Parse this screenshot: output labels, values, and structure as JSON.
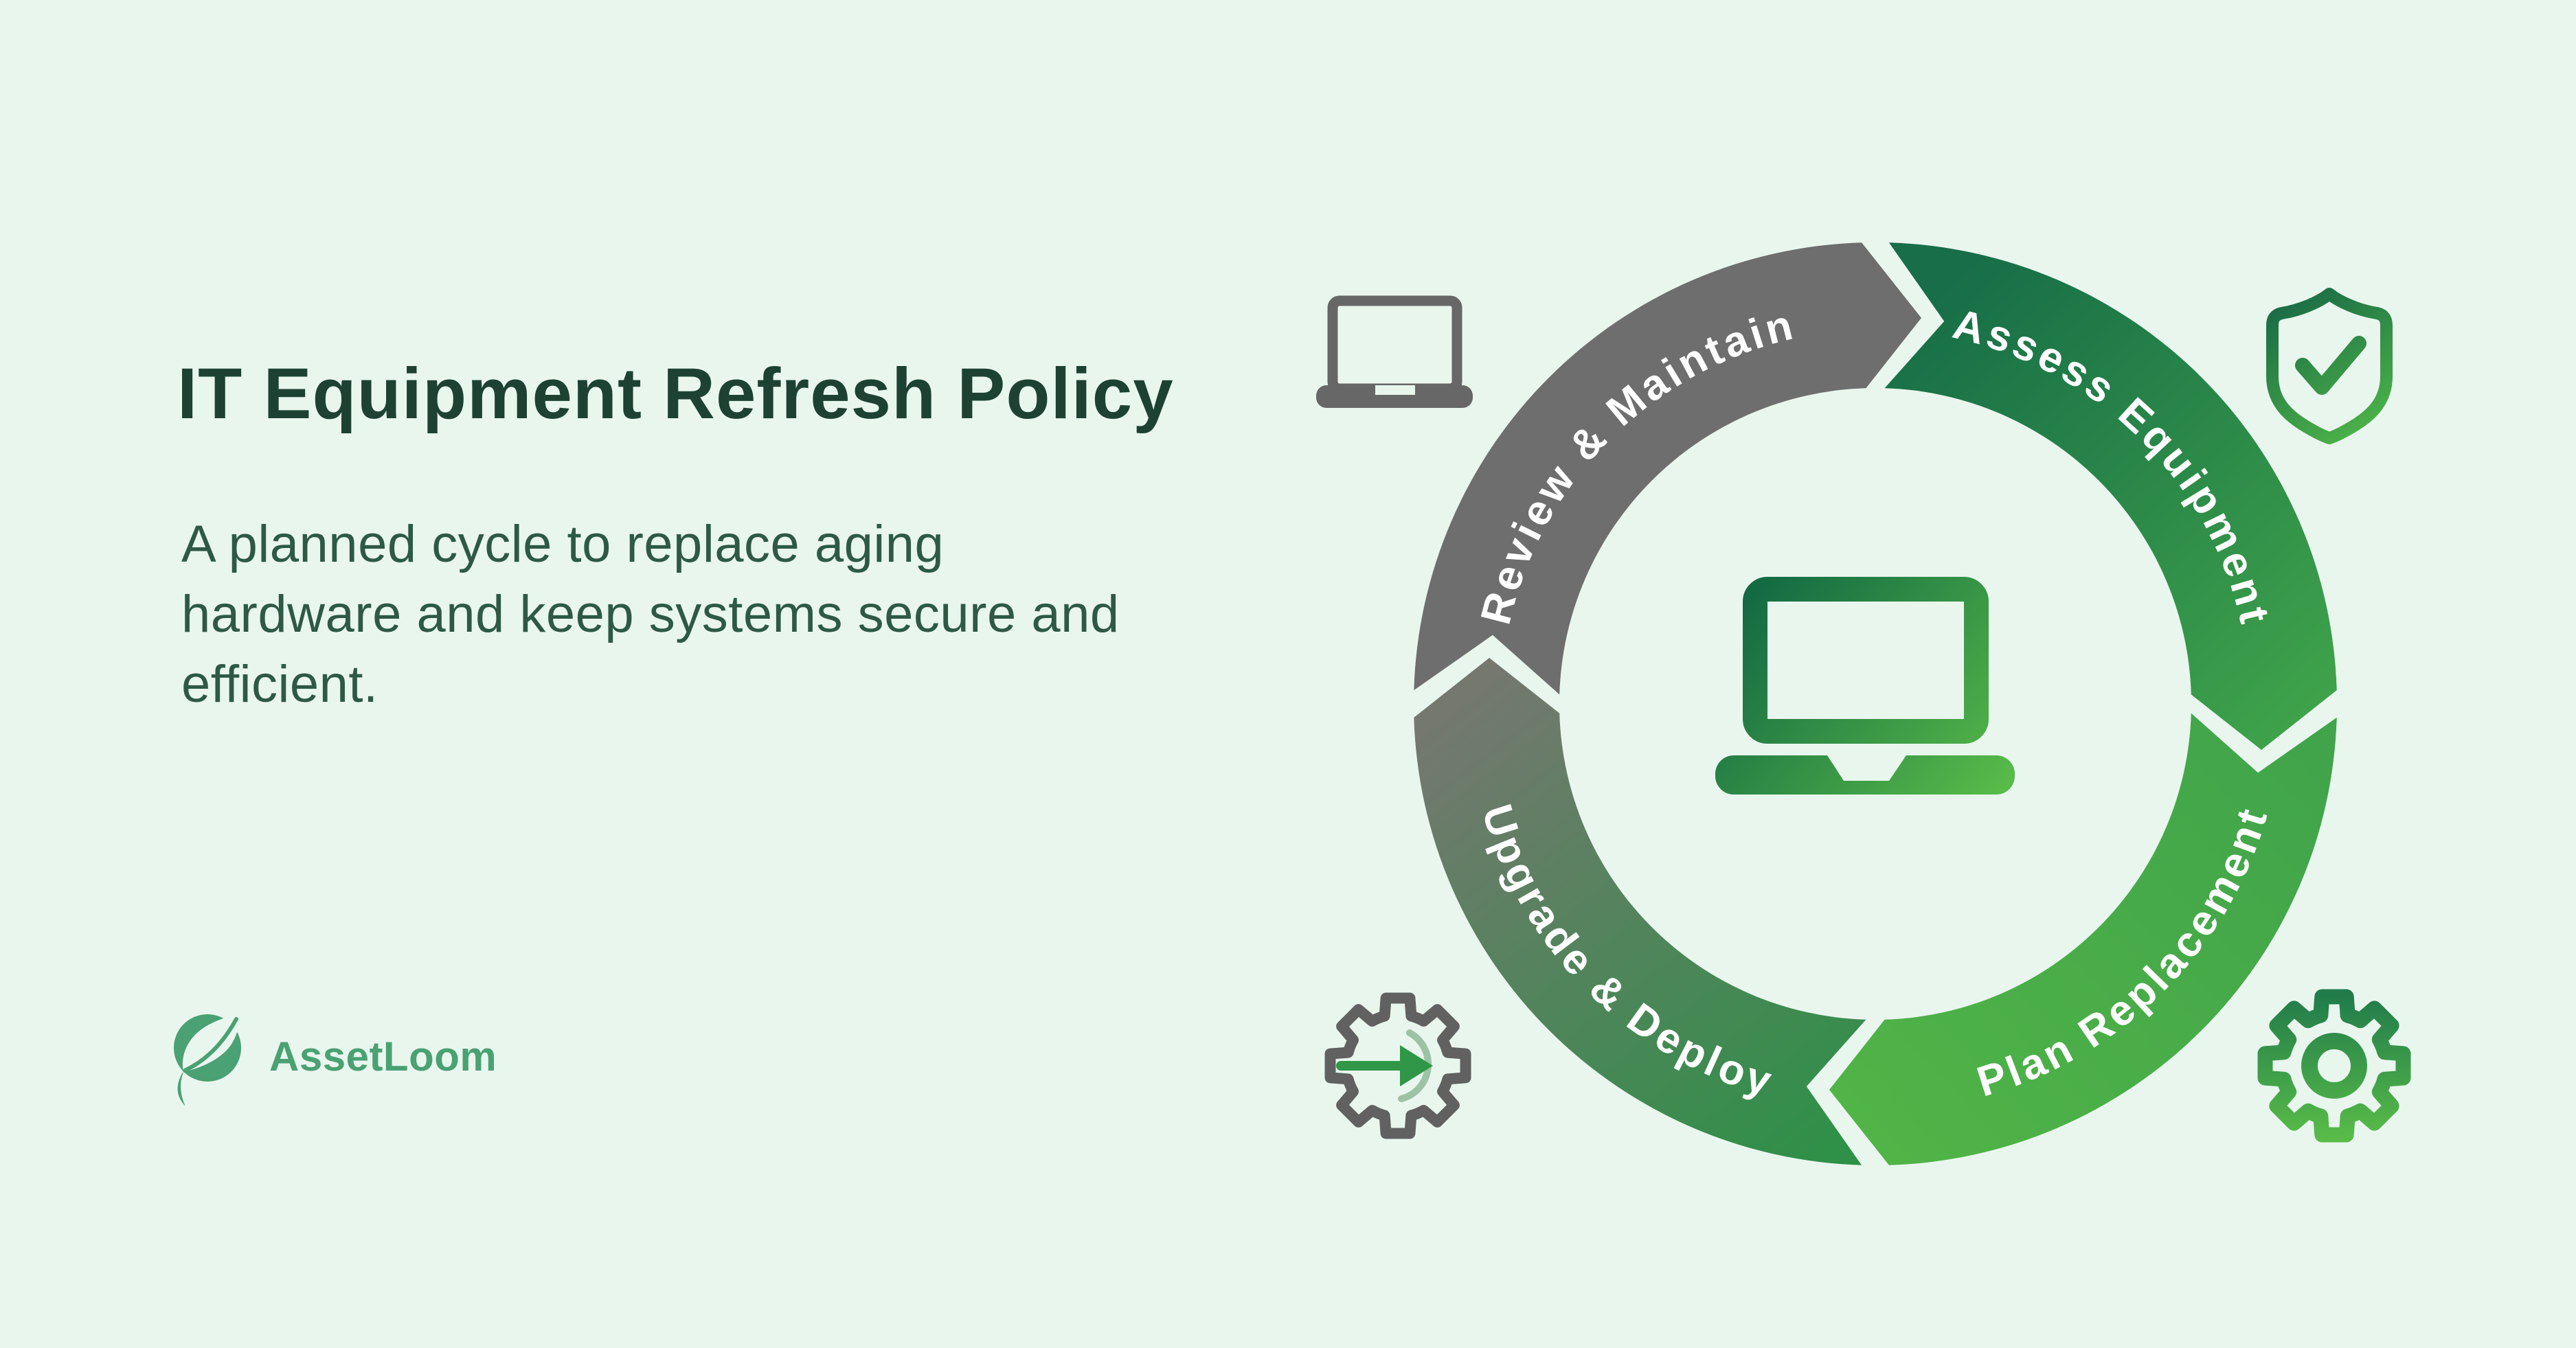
{
  "page": {
    "background_color": "#e9f6ee"
  },
  "header": {
    "title": "IT Equipment Refresh Policy",
    "description_lines": [
      "A planned cycle to replace aging",
      "hardware and keep systems secure and",
      "efficient."
    ],
    "title_color": "#1d4234",
    "description_color": "#2d5945"
  },
  "brand": {
    "name": "AssetLoom",
    "color": "#4aa173",
    "logo_icon": "leaf-circle-icon"
  },
  "cycle": {
    "center_icon": "laptop-icon",
    "direction": "clockwise",
    "steps": [
      {
        "label": "Review & Maintain",
        "position": "top-left",
        "color": "#6e6e6e",
        "corner_icon": "laptop-icon"
      },
      {
        "label": "Assess Equipment",
        "position": "top-right",
        "color_start": "#176e48",
        "color_end": "#3fa34a",
        "corner_icon": "shield-check-icon"
      },
      {
        "label": "Plan Replacement",
        "position": "bottom-right",
        "color_start": "#41a44a",
        "color_end": "#50b447",
        "corner_icon": "gear-icon"
      },
      {
        "label": "Upgrade & Deploy",
        "position": "bottom-left",
        "color_start": "#2f9048",
        "color_end": "#74786f",
        "corner_icon": "gear-arrow-icon"
      }
    ],
    "label_text_color": "#ffffff"
  },
  "palette": {
    "gray": "#6e6e6e",
    "green_dark": "#176e48",
    "green_mid": "#3fa34a",
    "green_light": "#58bb49",
    "arrow_green": "#2f9747"
  }
}
